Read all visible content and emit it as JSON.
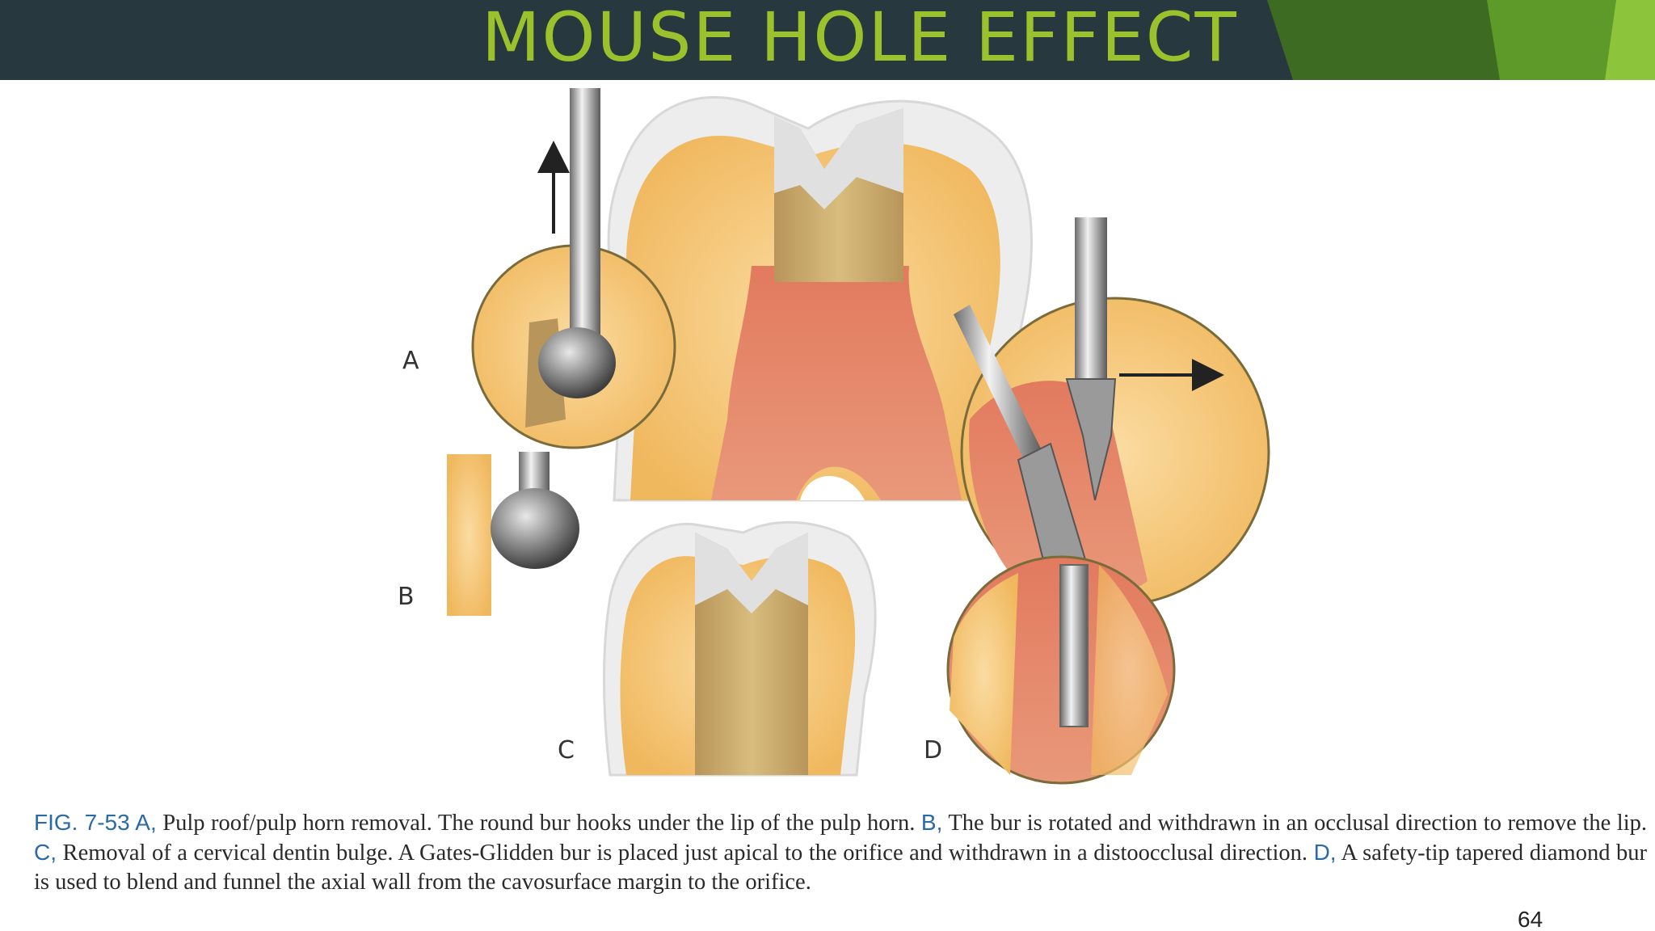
{
  "slide": {
    "title": "MOUSE HOLE EFFECT",
    "page_number": "64"
  },
  "figure": {
    "labels": {
      "a": "A",
      "b": "B",
      "c": "C",
      "d": "D"
    }
  },
  "caption": {
    "fig_id": "FIG. 7-53 A,",
    "part_a": " Pulp roof/pulp horn removal. The round bur hooks under the lip of the pulp horn. ",
    "b_label": "B,",
    "part_b": " The bur is rotated and withdrawn in an occlusal direction to remove the lip. ",
    "c_label": "C,",
    "part_c": " Removal of a cervical dentin bulge. A Gates-Glidden bur is placed just apical to the orifice and withdrawn in a distoocclusal direction. ",
    "d_label": "D,",
    "part_d": " A safety-tip tapered diamond bur is used to blend and funnel the axial wall from the cavosurface margin to the orifice."
  },
  "colors": {
    "title_bar_bg": "#28383f",
    "title_text": "#9bc12d",
    "accent_dark_green": "#3d6b21",
    "accent_green": "#5e9a2a",
    "accent_light_green": "#8cc43b",
    "dentin": "#f3c074",
    "pulp": "#e08a66",
    "enamel": "#eeeeee",
    "cavity": "#c9a866",
    "caption_label": "#2a6aa8"
  }
}
